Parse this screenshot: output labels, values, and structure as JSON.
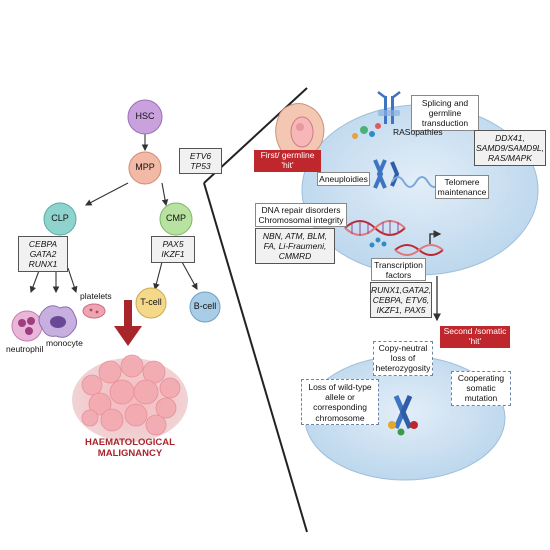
{
  "left": {
    "cells": {
      "hsc": "HSC",
      "mpp": "MPP",
      "clp": "CLP",
      "cmp": "CMP",
      "tcell": "T-cell",
      "bcell": "B-cell"
    },
    "mpp_genes": [
      "ETV6",
      "TP53"
    ],
    "clp_genes": [
      "CEBPA",
      "GATA2",
      "RUNX1"
    ],
    "cmp_genes": [
      "PAX5",
      "IKZF1"
    ],
    "mature": {
      "platelets": "platelets",
      "neutrophil": "neutrophil",
      "monocyte": "monocyte"
    },
    "malignancy": [
      "HAEMATOLOGICAL",
      "MALIGNANCY"
    ]
  },
  "right": {
    "first_hit": [
      "First/ germline",
      "'hit'"
    ],
    "second_hit": [
      "Second /somatic",
      "'hit'"
    ],
    "splicing": [
      "Splicing and",
      "germline",
      "transduction"
    ],
    "rasopathies": "RASopathies",
    "splicing_genes": [
      "DDX41,",
      "SAMD9/SAMD9L,",
      "RAS/MAPK"
    ],
    "aneuploidies": "Aneuploidies",
    "telomere": [
      "Telomere",
      "maintenance"
    ],
    "dna_repair": [
      "DNA repair disorders",
      "Chromosomal integrity"
    ],
    "dna_genes": [
      "NBN, ATM, BLM,",
      "FA, Li-Fraumeni,",
      "CMMRD"
    ],
    "tf": [
      "Transcription",
      "factors"
    ],
    "tf_genes": [
      "RUNX1,GATA2,",
      "CEBPA, ETV6,",
      "IKZF1, PAX5"
    ],
    "copy_neutral": [
      "Copy-neutral",
      "loss of",
      "heterozygosity"
    ],
    "loss_wt": [
      "Loss of wild-type",
      "allele or",
      "corresponding",
      "chromosome"
    ],
    "cooperating": [
      "Cooperating",
      "somatic",
      "mutation"
    ]
  },
  "colors": {
    "hsc": "#c9a2dd",
    "mpp": "#f2b9a6",
    "clp": "#8fd3cf",
    "cmp": "#b7e2a0",
    "tcell": "#f5d98a",
    "bcell": "#a9cde6",
    "accent_red": "#c0272d",
    "cell_blue": "#cfe3f2"
  }
}
